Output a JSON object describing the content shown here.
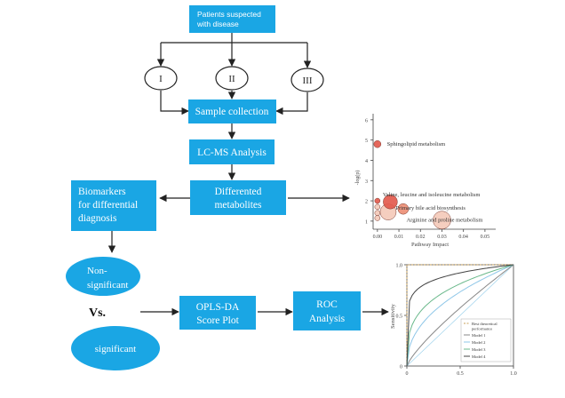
{
  "colors": {
    "box_fill": "#1aa6e4",
    "box_text": "#ffffff",
    "arrow": "#222222",
    "bubble_fill": "#e2584a",
    "bubble_light": "#f4c9b8"
  },
  "flow": {
    "patients": [
      "Patients suspected",
      "with disease"
    ],
    "groups": [
      "I",
      "II",
      "III"
    ],
    "sample_collection": "Sample collection",
    "lcms": "LC-MS Analysis",
    "differented": [
      "Differented",
      "metabolites"
    ],
    "biomarkers": [
      "Biomarkers",
      "for differential",
      "diagnosis"
    ],
    "non_significant": [
      "Non-",
      "significant"
    ],
    "vs": "Vs.",
    "significant": "significant",
    "oplsda": [
      "OPLS-DA",
      "Score Plot"
    ],
    "roc": [
      "ROC",
      "Analysis"
    ]
  },
  "chart_data": [
    {
      "type": "scatter",
      "xlabel": "Pathway Impact",
      "ylabel": "-log(p)",
      "xticks": [
        0.0,
        0.01,
        0.02,
        0.03,
        0.04,
        0.05
      ],
      "xtick_labels": [
        "0.00",
        "0.01",
        "0.02",
        "0.03",
        "0.04",
        "0.05"
      ],
      "yticks": [
        1,
        2,
        3,
        4,
        5,
        6
      ],
      "xlim": [
        -0.002,
        0.055
      ],
      "ylim": [
        0.6,
        6.3
      ],
      "points": [
        {
          "x": 0.0,
          "y": 4.8,
          "size": 4,
          "shade": "dark"
        },
        {
          "x": 0.006,
          "y": 1.95,
          "size": 8,
          "shade": "dark"
        },
        {
          "x": 0.012,
          "y": 1.6,
          "size": 6,
          "shade": "mid"
        },
        {
          "x": 0.005,
          "y": 1.45,
          "size": 9,
          "shade": "light"
        },
        {
          "x": 0.0,
          "y": 2.0,
          "size": 3,
          "shade": "dark"
        },
        {
          "x": 0.0,
          "y": 1.7,
          "size": 3,
          "shade": "light"
        },
        {
          "x": 0.0,
          "y": 1.4,
          "size": 3,
          "shade": "light"
        },
        {
          "x": 0.0,
          "y": 1.15,
          "size": 3,
          "shade": "light"
        },
        {
          "x": 0.03,
          "y": 1.05,
          "size": 10,
          "shade": "light"
        }
      ],
      "annotations": [
        {
          "text": "Sphingolipid metabolism",
          "x": 0.002,
          "y": 4.8
        },
        {
          "text": "Valine, leucine and isoleucine metabolism",
          "x": 0.0,
          "y": 2.3
        },
        {
          "text": "Primary bile acid biosynthesis",
          "x": 0.006,
          "y": 1.65
        },
        {
          "text": "Arginine and proline metabolism",
          "x": 0.011,
          "y": 1.05
        }
      ]
    },
    {
      "type": "line",
      "xlabel": "",
      "ylabel": "Sensitivity",
      "xticks": [
        0,
        0.5,
        1.0
      ],
      "xtick_labels": [
        "0",
        "0.5",
        "1.0"
      ],
      "yticks": [
        0,
        0.5,
        1.0
      ],
      "ytick_labels": [
        "0",
        "0.5",
        "1.0"
      ],
      "xlim": [
        0,
        1
      ],
      "ylim": [
        0,
        1
      ],
      "legend_position": "bottom-right",
      "series": [
        {
          "name": "Best theoretical performance",
          "color": "#c9a15a",
          "dashed": true,
          "k": 0
        },
        {
          "name": "Model 1",
          "color": "#888888",
          "dashed": false,
          "k": 0.8
        },
        {
          "name": "Model 2",
          "color": "#8fc7e8",
          "dashed": false,
          "k": 0.45
        },
        {
          "name": "Model 3",
          "color": "#6bb98c",
          "dashed": false,
          "k": 0.3
        },
        {
          "name": "Model 4",
          "color": "#444444",
          "dashed": false,
          "k": 0.12
        }
      ]
    }
  ]
}
